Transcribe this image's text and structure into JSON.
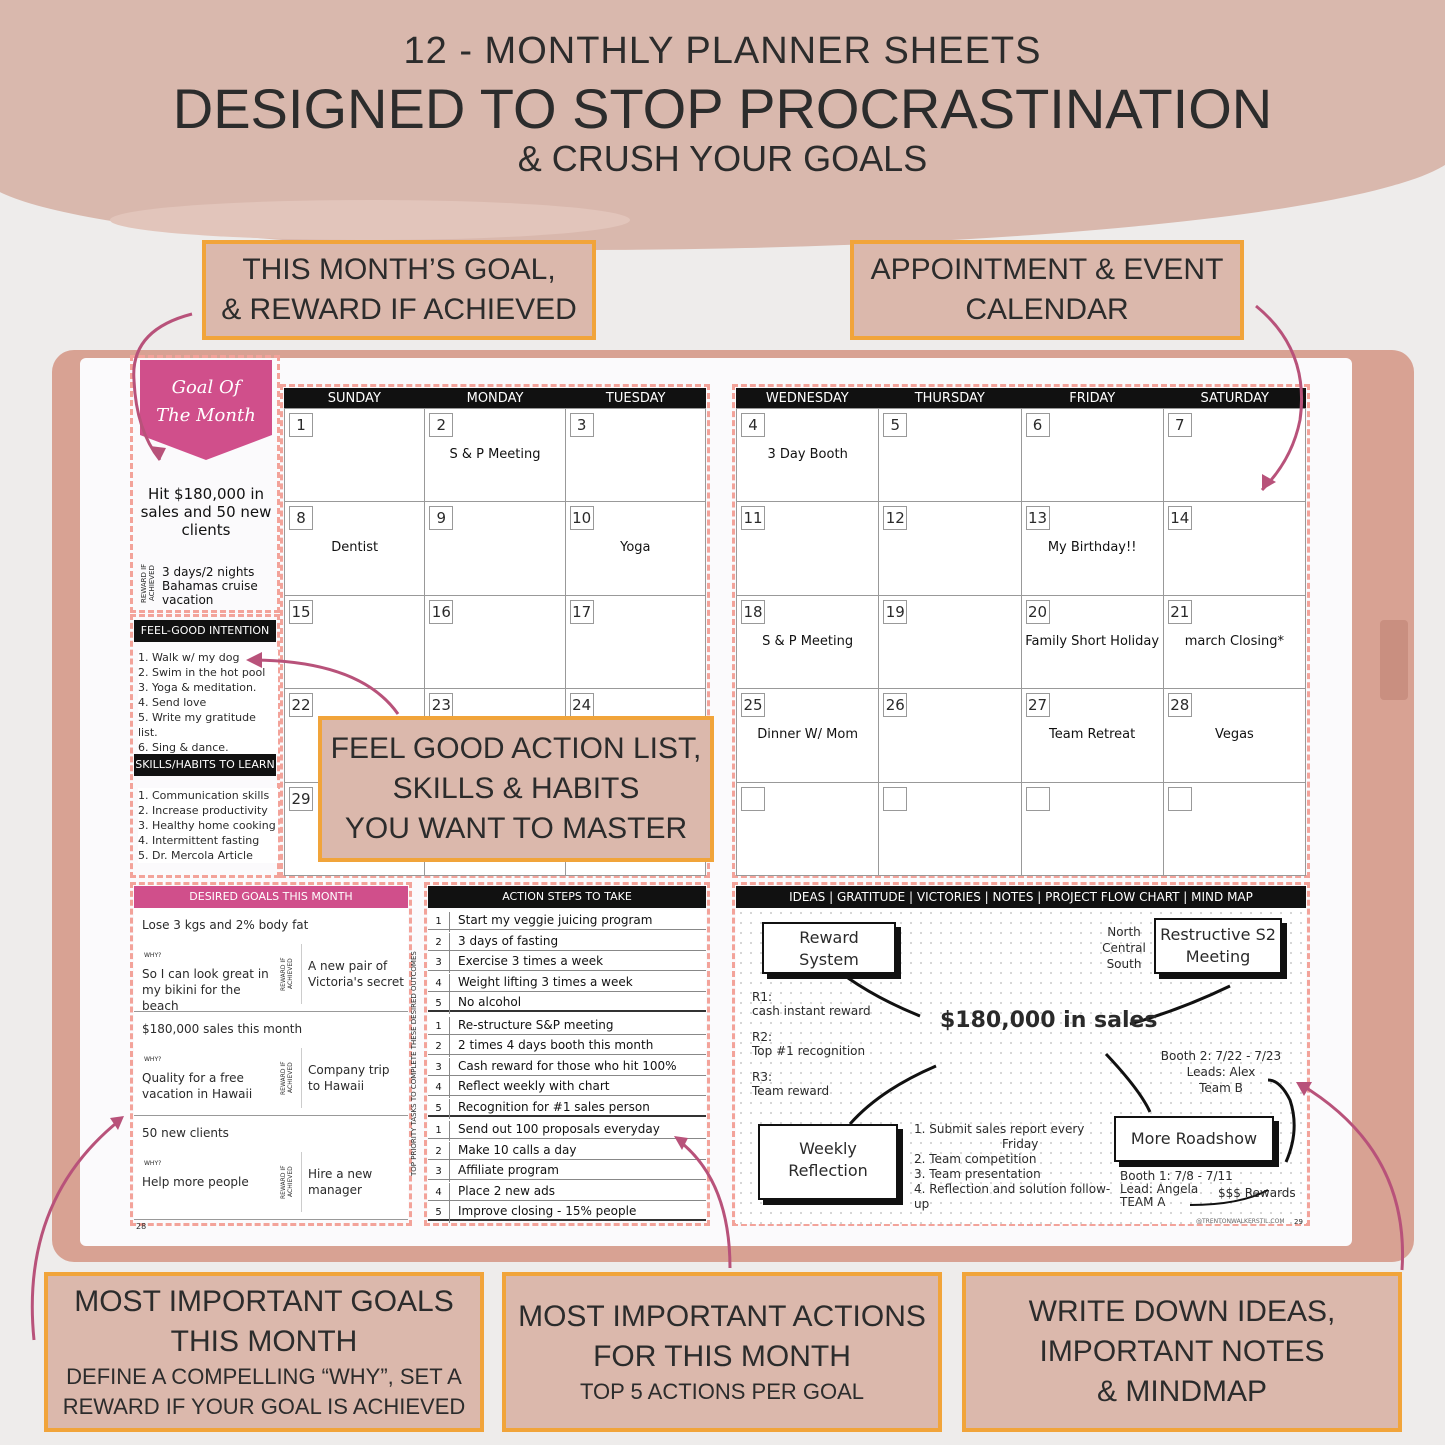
{
  "header": {
    "line1": "12 - MONTHLY PLANNER SHEETS",
    "line2": "DESIGNED TO STOP PROCRASTINATION",
    "line3": "& CRUSH YOUR GOALS"
  },
  "callouts": {
    "goal": [
      "THIS MONTH’S GOAL,",
      "& REWARD IF ACHIEVED"
    ],
    "calendar": [
      "APPOINTMENT & EVENT",
      "CALENDAR"
    ],
    "feelgood": [
      "FEEL GOOD ACTION LIST,",
      "SKILLS & HABITS",
      "YOU WANT TO MASTER"
    ],
    "goals_title": [
      "MOST IMPORTANT GOALS",
      "THIS MONTH"
    ],
    "goals_sub": [
      "DEFINE A COMPELLING “WHY”, SET A",
      "REWARD IF YOUR GOAL IS ACHIEVED"
    ],
    "actions_title": [
      "MOST IMPORTANT ACTIONS",
      "FOR THIS MONTH"
    ],
    "actions_sub": "TOP 5 ACTIONS PER GOAL",
    "ideas": [
      "WRITE DOWN IDEAS,",
      "IMPORTANT NOTES",
      "& MINDMAP"
    ]
  },
  "goal_panel": {
    "banner": [
      "Goal Of",
      "The Month"
    ],
    "goal": "Hit $180,000 in sales and 50 new clients",
    "reward_label": "REWARD IF ACHIEVED",
    "reward": "3 days/2 nights Bahamas cruise vacation"
  },
  "feel_good": {
    "title": "FEEL-GOOD INTENTION",
    "items": [
      "1. Walk w/ my dog",
      "2. Swim in the hot pool",
      "3. Yoga & meditation.",
      "4. Send love",
      "5. Write my gratitude list.",
      "6. Sing & dance."
    ]
  },
  "skills": {
    "title": "SKILLS/HABITS TO LEARN",
    "items": [
      "1. Communication skills",
      "2. Increase productivity",
      "3. Healthy home cooking",
      "4. Intermittent fasting",
      "5. Dr. Mercola Article"
    ]
  },
  "calendar_left": {
    "days": [
      "SUNDAY",
      "MONDAY",
      "TUESDAY"
    ],
    "cells": [
      [
        "1",
        ""
      ],
      [
        "2",
        "S & P Meeting"
      ],
      [
        "3",
        ""
      ],
      [
        "8",
        "Dentist"
      ],
      [
        "9",
        ""
      ],
      [
        "10",
        "Yoga"
      ],
      [
        "15",
        ""
      ],
      [
        "16",
        ""
      ],
      [
        "17",
        ""
      ],
      [
        "22",
        ""
      ],
      [
        "23",
        ""
      ],
      [
        "24",
        ""
      ],
      [
        "29",
        ""
      ],
      [
        "",
        ""
      ],
      [
        "",
        ""
      ]
    ]
  },
  "calendar_right": {
    "days": [
      "WEDNESDAY",
      "THURSDAY",
      "FRIDAY",
      "SATURDAY"
    ],
    "cells": [
      [
        "4",
        "3 Day Booth"
      ],
      [
        "5",
        ""
      ],
      [
        "6",
        ""
      ],
      [
        "7",
        ""
      ],
      [
        "11",
        ""
      ],
      [
        "12",
        ""
      ],
      [
        "13",
        "My Birthday!!"
      ],
      [
        "14",
        ""
      ],
      [
        "18",
        "S & P Meeting"
      ],
      [
        "19",
        ""
      ],
      [
        "20",
        "Family Short Holiday"
      ],
      [
        "21",
        "march Closing*"
      ],
      [
        "25",
        "Dinner W/ Mom"
      ],
      [
        "26",
        ""
      ],
      [
        "27",
        "Team Retreat"
      ],
      [
        "28",
        "Vegas"
      ],
      [
        "",
        ""
      ],
      [
        "",
        ""
      ],
      [
        "",
        ""
      ],
      [
        "",
        ""
      ]
    ]
  },
  "goals_section": {
    "title": "DESIRED GOALS THIS MONTH",
    "why_label": "WHY?",
    "reward_label": "REWARD IF ACHIEVED",
    "goals": [
      {
        "goal": "Lose 3 kgs and 2% body fat",
        "why": "So I can look great in my bikini for the beach",
        "reward": "A new pair of Victoria's secret"
      },
      {
        "goal": "$180,000 sales this month",
        "why": "Quality for a free vacation in Hawaii",
        "reward": "Company trip to Hawaii"
      },
      {
        "goal": "50 new clients",
        "why": "Help more people",
        "reward": "Hire a new manager"
      }
    ],
    "page_num": "28"
  },
  "actions_section": {
    "title": "ACTION STEPS TO TAKE",
    "side_label": "TOP PRIORITY TASKS TO COMPLETE THESE DESIRED OUTCOMES",
    "groups": [
      [
        "Start my veggie juicing program",
        "3 days of fasting",
        "Exercise 3 times a week",
        "Weight lifting 3 times a week",
        "No alcohol"
      ],
      [
        "Re-structure S&P meeting",
        "2 times 4 days booth this month",
        "Cash reward for those who hit 100%",
        "Reflect weekly with chart",
        "Recognition for #1 sales person"
      ],
      [
        "Send out 100 proposals everyday",
        "Make 10 calls a day",
        "Affiliate program",
        "Place 2 new ads",
        "Improve closing - 15% people"
      ]
    ]
  },
  "ideas_section": {
    "title": "IDEAS  |  GRATITUDE  |  VICTORIES  |  NOTES  |  PROJECT FLOW CHART  |  MIND MAP",
    "reward_box": [
      "Reward",
      "System"
    ],
    "restructive_box": [
      "Restructive S2",
      "Meeting"
    ],
    "regions": [
      "North",
      "Central",
      "South"
    ],
    "center": "$180,000 in sales",
    "r_items": [
      "R1:",
      "cash instant reward",
      "R2:",
      "Top #1 recognition",
      "R3:",
      "Team reward"
    ],
    "booth2": [
      "Booth 2: 7/22 - 7/23",
      "Leads: Alex",
      "Team B"
    ],
    "weekly_box": [
      "Weekly",
      "Reflection"
    ],
    "roadshow_box": "More Roadshow",
    "list": [
      "1. Submit sales report every",
      "Friday",
      "2. Team competition",
      "3. Team presentation",
      "4. Reflection and solution follow-up"
    ],
    "booth1": [
      "Booth 1: 7/8 - 7/11",
      "Lead: Angela",
      "TEAM A"
    ],
    "rewards": "$$$ Rewards",
    "footer": "@TRENTONWALKERSTIL.COM",
    "page_num": "29"
  }
}
